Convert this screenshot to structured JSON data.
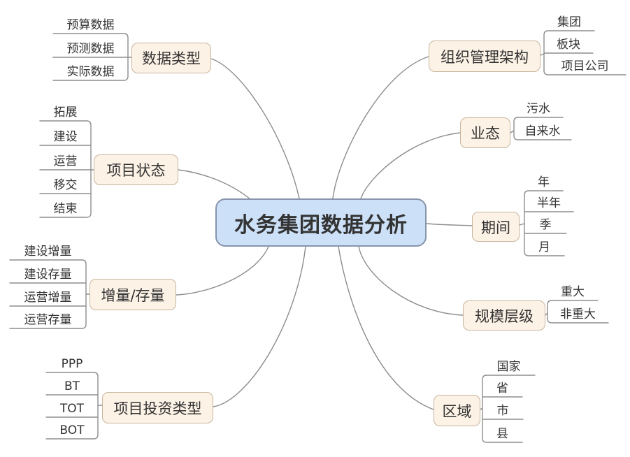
{
  "central": {
    "label": "水务集团数据分析"
  },
  "branches": [
    {
      "label": "数据类型",
      "children": [
        "预算数据",
        "预测数据",
        "实际数据"
      ]
    },
    {
      "label": "项目状态",
      "children": [
        "拓展",
        "建设",
        "运营",
        "移交",
        "结束"
      ]
    },
    {
      "label": "增量/存量",
      "children": [
        "建设增量",
        "建设存量",
        "运营增量",
        "运营存量"
      ]
    },
    {
      "label": "项目投资类型",
      "children": [
        "PPP",
        "BT",
        "TOT",
        "BOT"
      ]
    },
    {
      "label": "组织管理架构",
      "children": [
        "集团",
        "板块",
        "项目公司"
      ]
    },
    {
      "label": "业态",
      "children": [
        "污水",
        "自来水"
      ]
    },
    {
      "label": "期间",
      "children": [
        "年",
        "半年",
        "季",
        "月"
      ]
    },
    {
      "label": "规模层级",
      "children": [
        "重大",
        "非重大"
      ]
    },
    {
      "label": "区域",
      "children": [
        "国家",
        "省",
        "市",
        "县"
      ]
    }
  ],
  "colors": {
    "central_fill": "#cce0f7",
    "central_border": "#8695ac",
    "branch_fill": "#fcf2e6",
    "branch_border": "#c8b59d",
    "line": "#8d8d8d",
    "text": "#333333"
  }
}
